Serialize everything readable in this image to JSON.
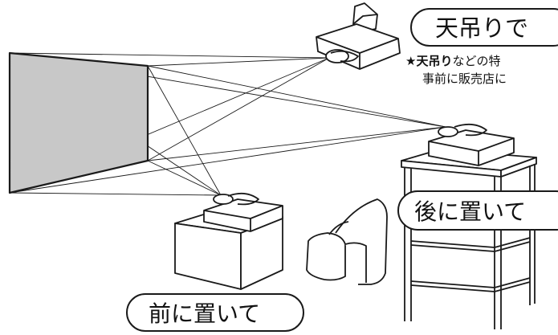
{
  "labels": {
    "ceiling": "天吊りで",
    "rear": "後に置いて",
    "front": "前に置いて"
  },
  "note": {
    "star": "★",
    "bold": "天吊り",
    "rest": "などの特",
    "line2": "事前に販売店に"
  },
  "colors": {
    "screen_fill": "#c8c8c8",
    "line": "#1a1a1a",
    "background": "#ffffff"
  }
}
